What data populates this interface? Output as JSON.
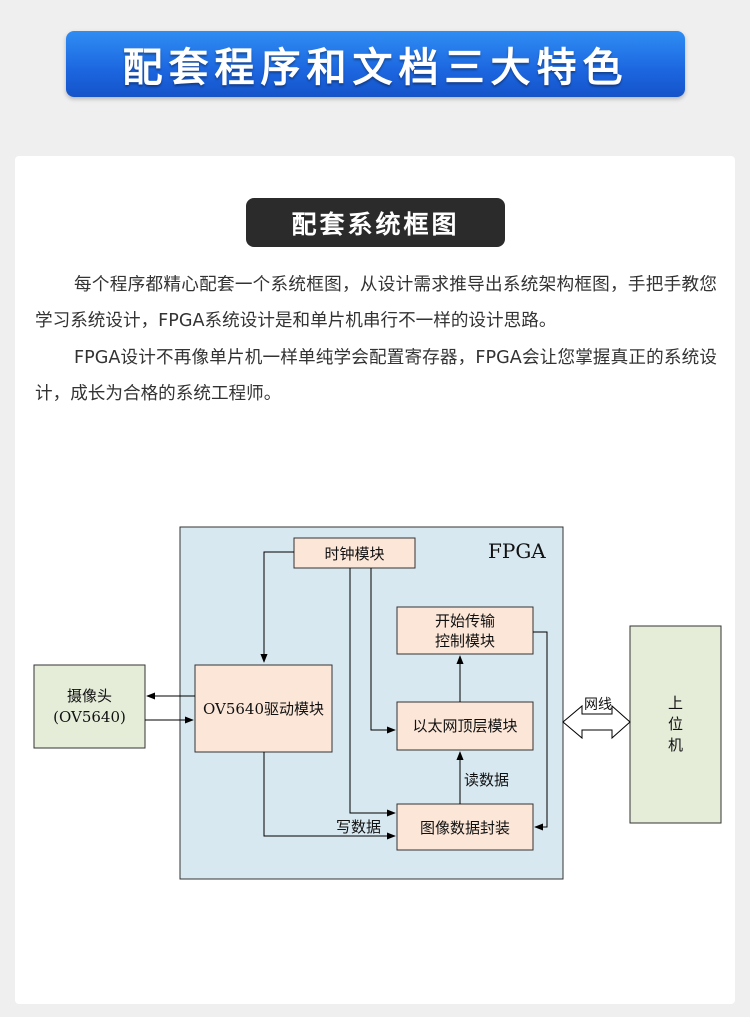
{
  "banner": {
    "title": "配套程序和文档三大特色"
  },
  "section": {
    "title": "配套系统框图"
  },
  "paragraphs": [
    "每个程序都精心配套一个系统框图，从设计需求推导出系统架构框图，手把手教您学习系统设计，FPGA系统设计是和单片机串行不一样的设计思路。",
    "FPGA设计不再像单片机一样单纯学会配置寄存器，FPGA会让您掌握真正的系统设计，成长为合格的系统工程师。"
  ],
  "diagram": {
    "fpga_label": "FPGA",
    "camera": [
      "摄像头",
      "(OV5640)"
    ],
    "clock": "时钟模块",
    "start_ctrl": [
      "开始传输",
      "控制模块"
    ],
    "ov5640_driver": "OV5640驱动模块",
    "eth_top": "以太网顶层模块",
    "image_pack": "图像数据封装",
    "read_label": "读数据",
    "write_label": "写数据",
    "network_label": "网线",
    "host": [
      "上",
      "位",
      "机"
    ],
    "colors": {
      "fpga_bg": "#d8e8f0",
      "module_bg": "#fbe6d8",
      "external_bg": "#e5edd9"
    }
  }
}
